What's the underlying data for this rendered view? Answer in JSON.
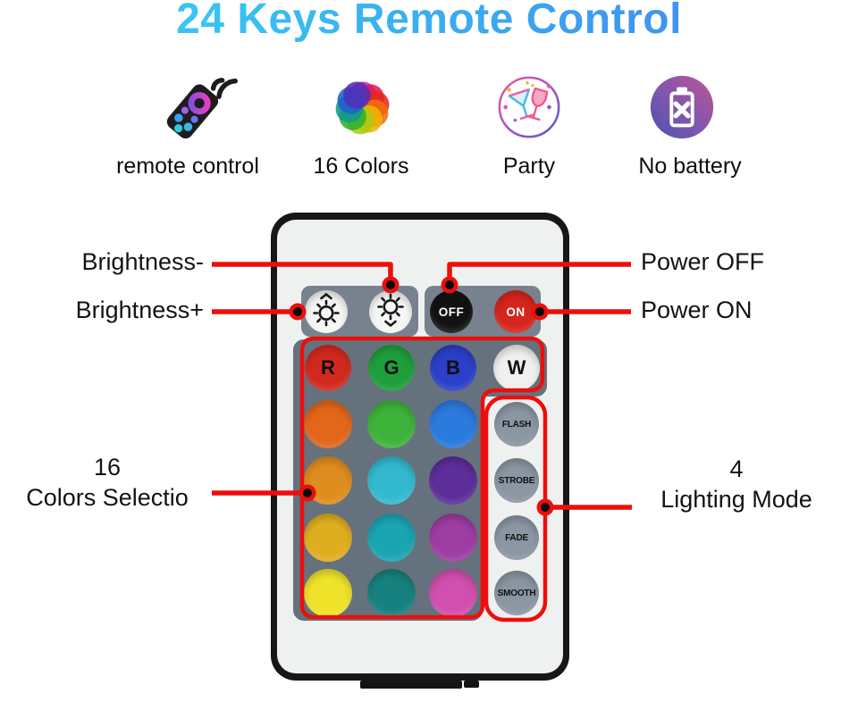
{
  "title": "24 Keys Remote Control",
  "theme": {
    "title_gradient_start": "#35d4f2",
    "title_gradient_end": "#4286ee",
    "annotation_red": "#ed0e0b",
    "panel_gray": "#66717e",
    "group_gray": "#78828E",
    "mode_button_gray": "#8B96A3",
    "remote_body": "#eff1f0",
    "remote_frame": "#17171a"
  },
  "features": [
    {
      "label": "remote control",
      "icon": "remote-control-icon"
    },
    {
      "label": "16 Colors",
      "icon": "color-wheel-icon"
    },
    {
      "label": "Party",
      "icon": "party-icon"
    },
    {
      "label": "No battery",
      "icon": "no-battery-icon"
    }
  ],
  "remote": {
    "power_off": "OFF",
    "power_on": "ON",
    "brightness_up_icon": "sun-up-icon",
    "brightness_down_icon": "sun-down-icon",
    "color_row": [
      {
        "label": "R",
        "color": "#d2291e"
      },
      {
        "label": "G",
        "color": "#1f9e3c"
      },
      {
        "label": "B",
        "color": "#2b3fc8"
      },
      {
        "label": "W",
        "color": "#f0f1ee"
      }
    ],
    "color_grid": [
      [
        "#e2671b",
        "#3eb33a",
        "#2b7ade"
      ],
      [
        "#df8d1e",
        "#32b9cf",
        "#5d2d9a"
      ],
      [
        "#dfae20",
        "#1ba4b2",
        "#9d3da2"
      ],
      [
        "#efe32a",
        "#17817f",
        "#d14fae"
      ]
    ],
    "mode_buttons": [
      "FLASH",
      "STROBE",
      "FADE",
      "SMOOTH"
    ]
  },
  "annotations": {
    "brightness_minus": "Brightness-",
    "brightness_plus": "Brightness+",
    "power_off": "Power OFF",
    "power_on": "Power ON",
    "colors_selection": [
      "16",
      "Colors Selectio"
    ],
    "lighting_mode": [
      "4",
      "Lighting Mode"
    ]
  }
}
